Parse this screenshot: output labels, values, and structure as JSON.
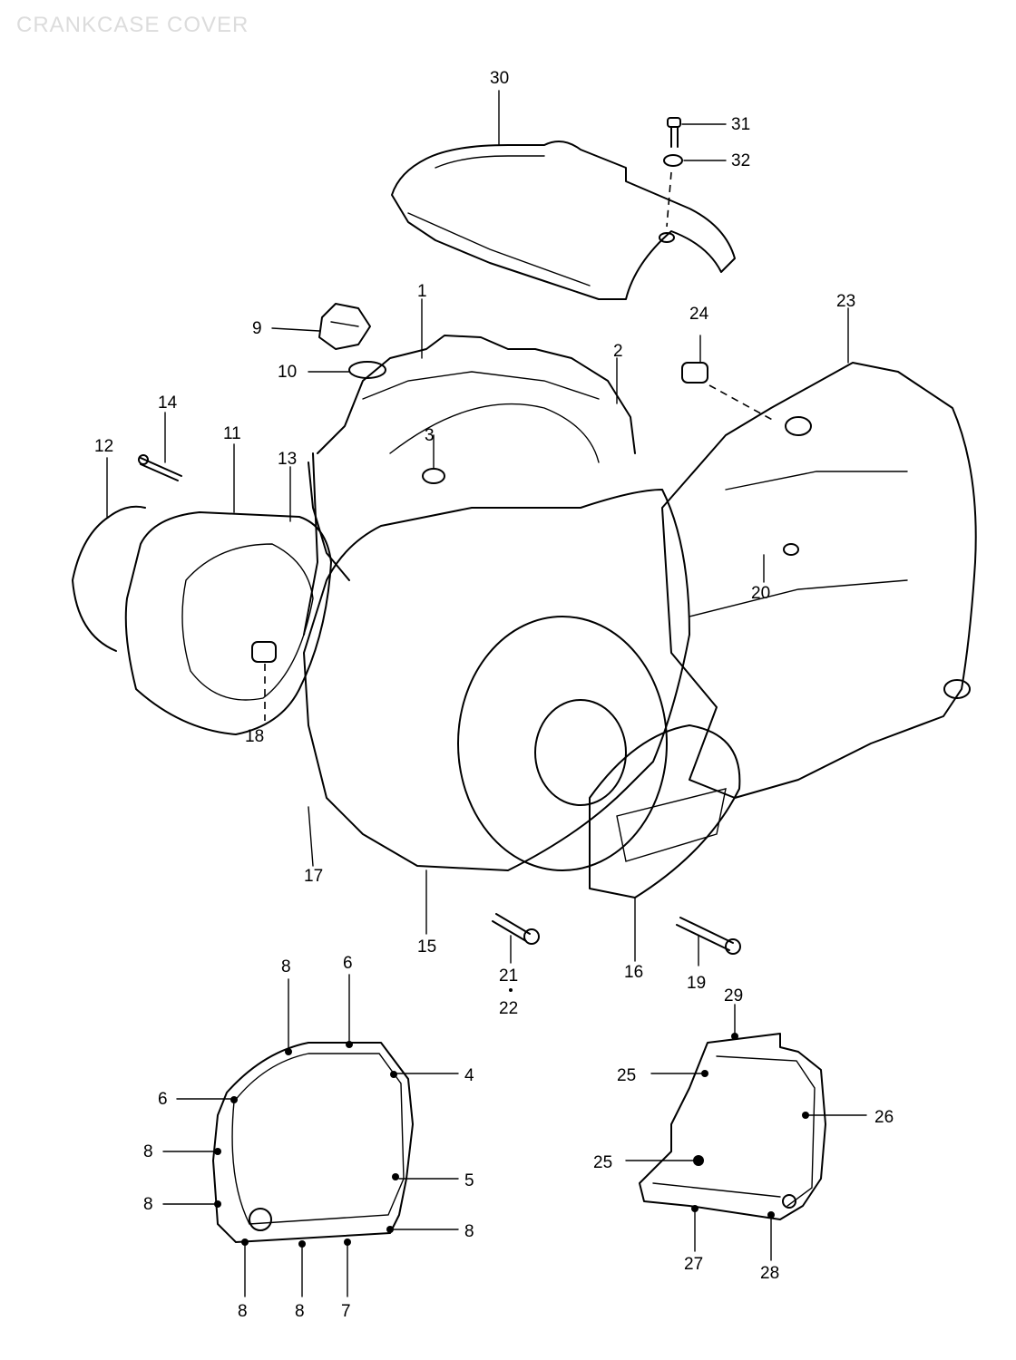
{
  "title": "CRANKCASE COVER",
  "labels": {
    "l1": "1",
    "l2": "2",
    "l3": "3",
    "l4": "4",
    "l5": "5",
    "l6a": "6",
    "l6b": "6",
    "l7": "7",
    "l8a": "8",
    "l8b": "8",
    "l8c": "8",
    "l8d": "8",
    "l8e": "8",
    "l8f": "8",
    "l9": "9",
    "l10": "10",
    "l11": "11",
    "l12": "12",
    "l13": "13",
    "l14": "14",
    "l15": "15",
    "l16": "16",
    "l17": "17",
    "l18": "18",
    "l19": "19",
    "l20": "20",
    "l21": "21",
    "l22": "22",
    "l23": "23",
    "l24": "24",
    "l25a": "25",
    "l25b": "25",
    "l26": "26",
    "l27": "27",
    "l28": "28",
    "l29": "29",
    "l30": "30",
    "l31": "31",
    "l32": "32"
  }
}
